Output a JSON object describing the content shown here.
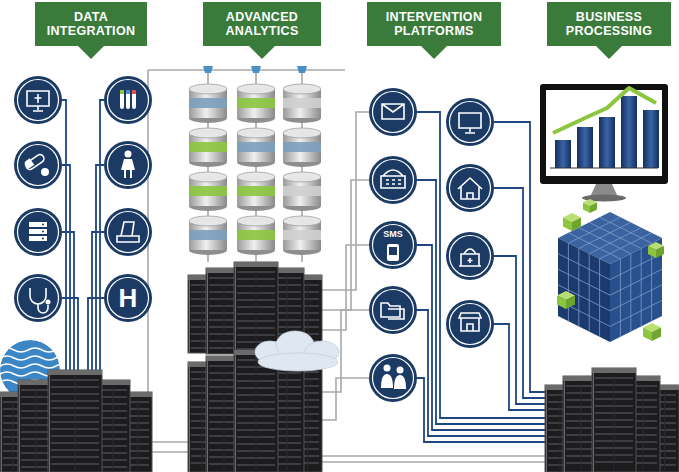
{
  "diagram": {
    "nodes": [
      {
        "text": [
          "DATA INTEGRATION"
        ]
      },
      {
        "text": [
          "ADVANCED ANALYTICS"
        ]
      },
      {
        "text": [
          "INTERVENTION PLATFORMS"
        ]
      },
      {
        "text": [
          "BUSINESS PROCESSING"
        ]
      },
      {
        "text": [
          "H"
        ]
      },
      {
        "text": [
          "SMS"
        ]
      }
    ]
  }
}
